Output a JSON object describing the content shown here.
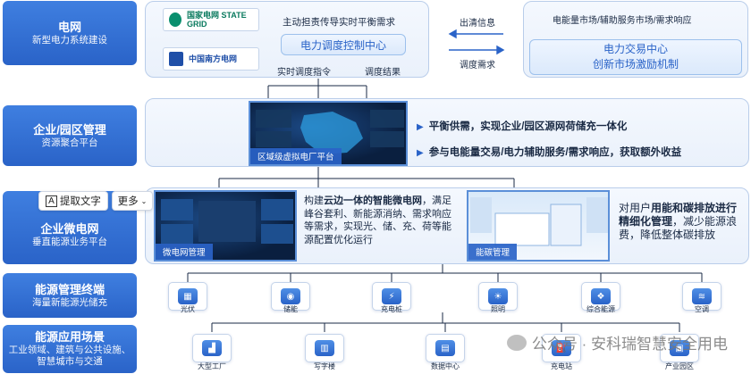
{
  "tiers": [
    {
      "title": "电网",
      "subtitle": "新型电力系统建设"
    },
    {
      "title": "企业/园区管理",
      "subtitle": "资源聚合平台"
    },
    {
      "title": "企业微电网",
      "subtitle": "垂直能源业务平台"
    },
    {
      "title": "能源管理终端",
      "subtitle": "海量新能源光储充"
    },
    {
      "title": "能源应用场景",
      "subtitle": "工业领域、建筑与公共设施、智慧城市与交通"
    }
  ],
  "grid": {
    "logo_state_grid": "国家电网 STATE GRID",
    "logo_southern_grid": "中国南方电网",
    "top_note": "主动担责传导实时平衡需求",
    "dispatch_center": "电力调度控制中心",
    "realtime_cmd": "实时调度指令",
    "dispatch_result": "调度结果",
    "out_info": "出清信息",
    "dispatch_demand": "调度需求",
    "market_title": "电能量市场/辅助服务市场/需求响应",
    "trade_center": "电力交易中心",
    "innovate": "创新市场激励机制"
  },
  "enterprise": {
    "screen_caption": "区域级虚拟电厂平台",
    "bullets": [
      "平衡供需，实现企业/园区源网荷储充一体化",
      "参与电能量交易/电力辅助服务/需求响应，获取额外收益"
    ]
  },
  "microgrid": {
    "screen1_caption": "微电网管理",
    "screen2_caption": "能碳管理",
    "desc1_pre": "构建",
    "desc1_bold": "云边一体的智能微电网",
    "desc1_post": "，满足峰谷套利、新能源消纳、需求响应等需求，实现光、储、充、荷等能源配置优化运行",
    "desc2_pre": "对用户",
    "desc2_bold": "用能和碳排放进行精细化管理",
    "desc2_post": "，减少能源浪费，降低整体碳排放"
  },
  "terminals": [
    {
      "label": "光伏",
      "icon": "solar-panel-icon"
    },
    {
      "label": "储能",
      "icon": "storage-icon"
    },
    {
      "label": "充电桩",
      "icon": "charger-icon"
    },
    {
      "label": "照明",
      "icon": "lighting-icon"
    },
    {
      "label": "综合能源",
      "icon": "integrated-energy-icon"
    },
    {
      "label": "空调",
      "icon": "air-conditioner-icon"
    }
  ],
  "scenes": [
    {
      "label": "大型工厂",
      "icon": "factory-icon"
    },
    {
      "label": "写字楼",
      "icon": "office-building-icon"
    },
    {
      "label": "数据中心",
      "icon": "data-center-icon"
    },
    {
      "label": "充电站",
      "icon": "charging-station-icon"
    },
    {
      "label": "产业园区",
      "icon": "industrial-park-icon"
    }
  ],
  "overlay": {
    "extract_text": "提取文字",
    "more": "更多"
  },
  "watermark": "公众号 · 安科瑞智慧安全用电",
  "colors": {
    "accent": "#2a63c8",
    "panel_border": "#b9cdea"
  }
}
